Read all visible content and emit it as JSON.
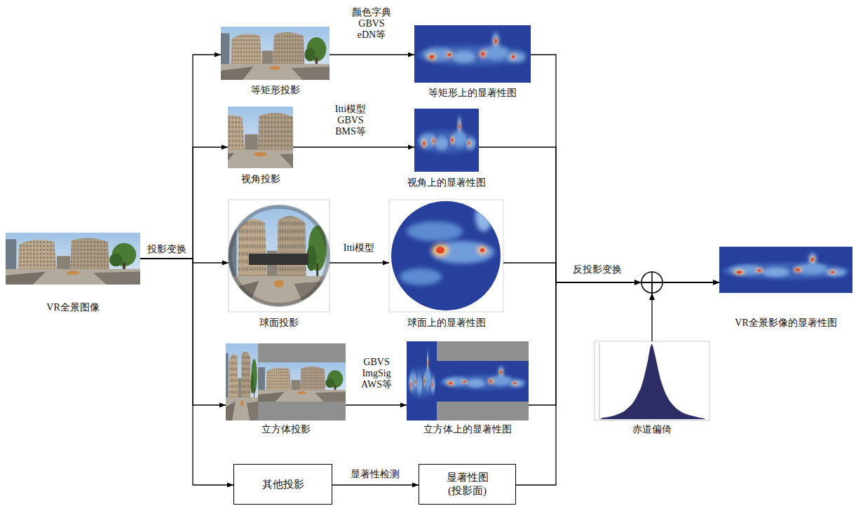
{
  "diagram": {
    "nodes": [
      {
        "text": [
          "VR全景图像"
        ]
      },
      {
        "text": [
          "等矩形投影"
        ]
      },
      {
        "text": [
          "视角投影"
        ]
      },
      {
        "text": [
          "球面投影"
        ]
      },
      {
        "text": [
          "立方体投影"
        ]
      },
      {
        "text": [
          "其他投影"
        ]
      },
      {
        "text": [
          "等矩形上的显著性图"
        ]
      },
      {
        "text": [
          "视角上的显著性图"
        ]
      },
      {
        "text": [
          "球面上的显著性图"
        ]
      },
      {
        "text": [
          "立方体上的显著性图"
        ]
      },
      {
        "text": [
          "显著性图 (投影面)"
        ]
      },
      {
        "text": [
          "赤道偏倚"
        ]
      },
      {
        "text": [
          "VR全景影像的显著性图"
        ]
      }
    ],
    "edges": [
      {
        "from": 0,
        "to": 1,
        "arrow": "to"
      },
      {
        "from": 0,
        "to": 2,
        "arrow": "to"
      },
      {
        "from": 0,
        "to": 3,
        "label": "投影变换",
        "arrow": "to"
      },
      {
        "from": 0,
        "to": 4,
        "arrow": "to"
      },
      {
        "from": 0,
        "to": 5,
        "arrow": "to"
      },
      {
        "from": 1,
        "to": 6,
        "label": "颜色字典 GBVS eDN等",
        "arrow": "to"
      },
      {
        "from": 2,
        "to": 7,
        "label": "Itti模型 GBVS BMS等",
        "arrow": "to"
      },
      {
        "from": 3,
        "to": 8,
        "label": "Itti模型",
        "arrow": "to"
      },
      {
        "from": 4,
        "to": 9,
        "label": "GBVS ImgSig AWS等",
        "arrow": "to"
      },
      {
        "from": 5,
        "to": 10,
        "label": "显著性检测",
        "arrow": "to"
      },
      {
        "from": 6,
        "to": 12,
        "arrow": "to"
      },
      {
        "from": 7,
        "to": 12,
        "arrow": "to"
      },
      {
        "from": 8,
        "to": 12,
        "label": "反投影变换",
        "arrow": "to"
      },
      {
        "from": 9,
        "to": 12,
        "arrow": "to"
      },
      {
        "from": 10,
        "to": 12,
        "arrow": "to"
      },
      {
        "from": 11,
        "to": 12,
        "arrow": "to"
      }
    ]
  }
}
